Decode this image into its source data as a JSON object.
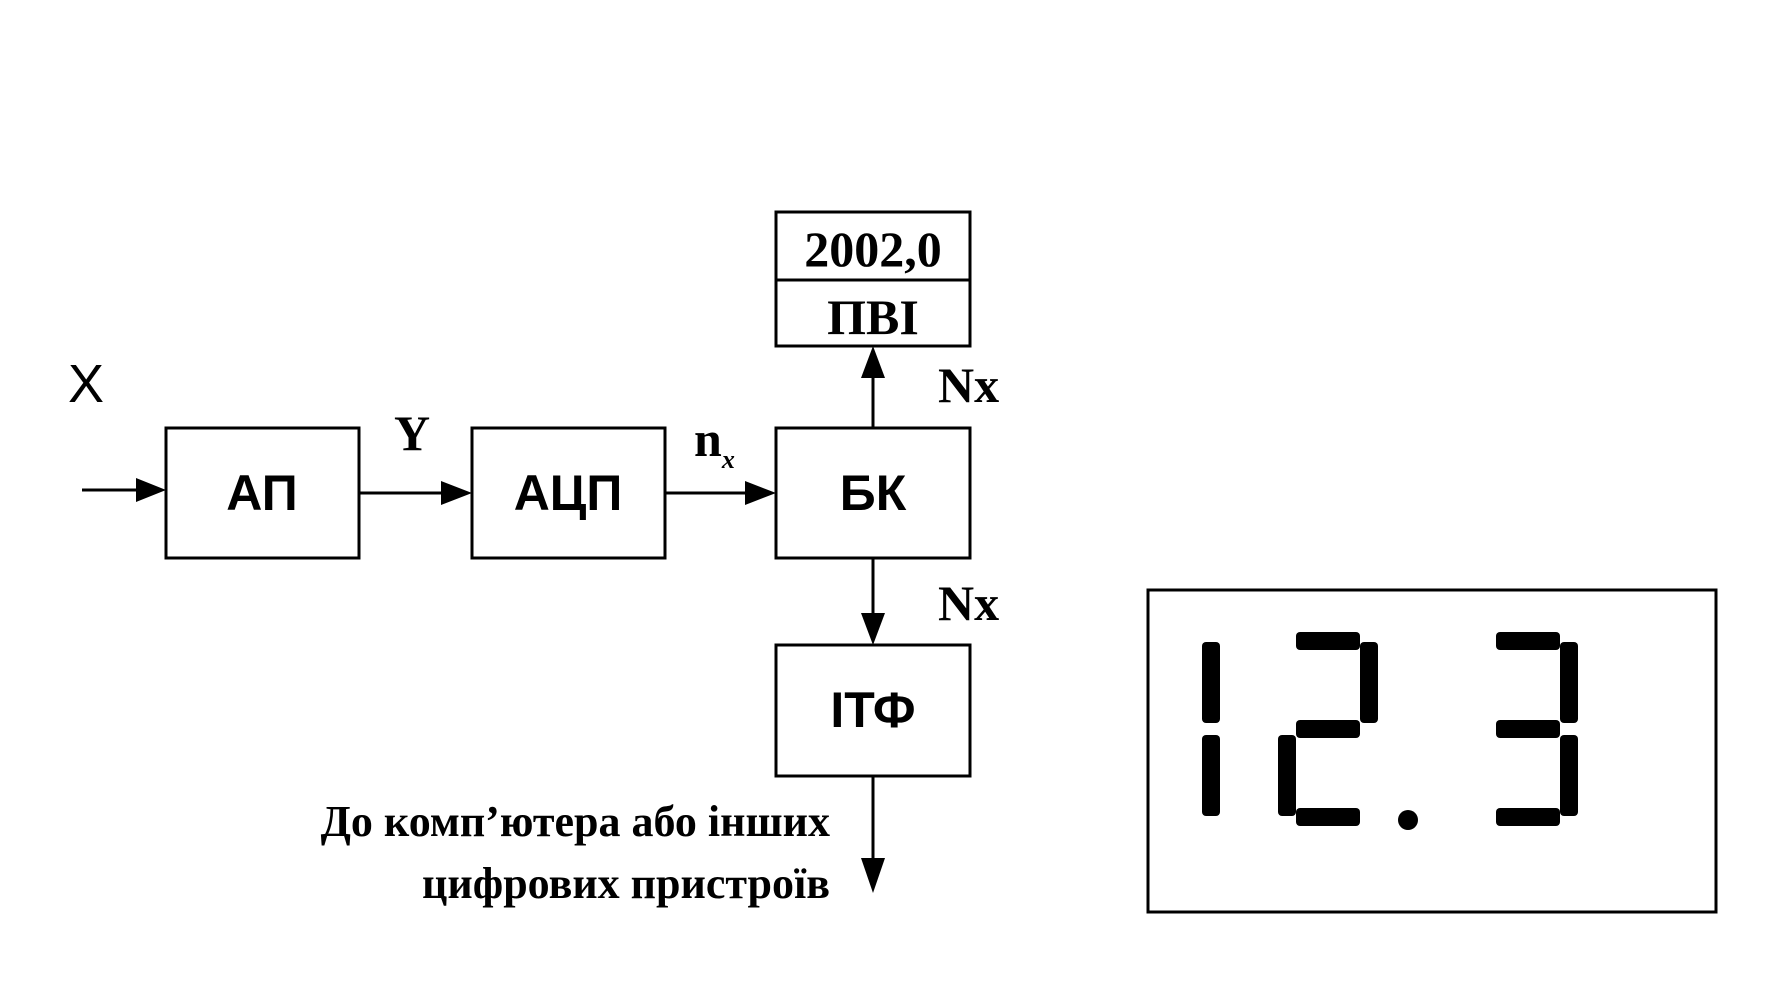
{
  "diagram": {
    "input_label": "X",
    "signal_y": "Y",
    "signal_n": "n",
    "signal_n_sub": "x",
    "signal_nx_up": "Nx",
    "signal_nx_down": "Nx",
    "blocks": {
      "ap": "АП",
      "adc": "АЦП",
      "bk": "БК",
      "pvi": "ПВІ",
      "itf": "ІТФ"
    },
    "pvi_display_value": "2002,0",
    "caption_line1": "До комп’ютера або інших",
    "caption_line2": "цифрових пристроїв"
  },
  "segment_display": {
    "digits": [
      "1",
      "2",
      "3"
    ],
    "decimal_after_index": 1,
    "shown_value": "12.3"
  }
}
